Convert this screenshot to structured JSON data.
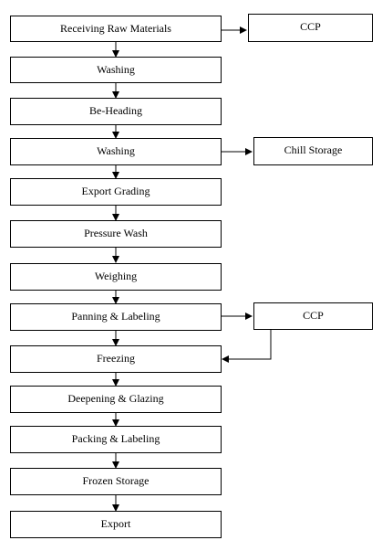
{
  "flowchart": {
    "steps": [
      {
        "label": "Receiving Raw Materials"
      },
      {
        "label": "Washing"
      },
      {
        "label": "Be-Heading"
      },
      {
        "label": "Washing"
      },
      {
        "label": "Export Grading"
      },
      {
        "label": "Pressure Wash"
      },
      {
        "label": "Weighing"
      },
      {
        "label": "Panning & Labeling"
      },
      {
        "label": "Freezing"
      },
      {
        "label": "Deepening & Glazing"
      },
      {
        "label": "Packing & Labeling"
      },
      {
        "label": "Frozen Storage"
      },
      {
        "label": "Export"
      }
    ],
    "side_nodes": [
      {
        "label": "CCP"
      },
      {
        "label": "Chill Storage"
      },
      {
        "label": "CCP"
      }
    ]
  }
}
